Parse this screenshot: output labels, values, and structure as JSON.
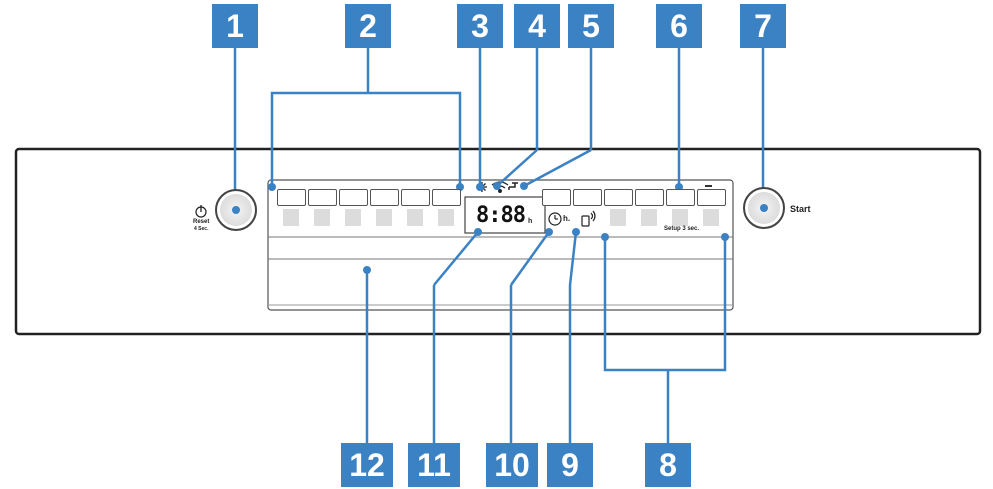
{
  "callouts": [
    "1",
    "2",
    "3",
    "4",
    "5",
    "6",
    "7",
    "8",
    "9",
    "10",
    "11",
    "12"
  ],
  "panel": {
    "reset_label": "Reset",
    "reset_sub": "4 Sec.",
    "start_label": "Start",
    "setup_label": "Setup 3 sec.",
    "display_main": "8:88",
    "display_unit": "h",
    "timer_unit": "h."
  },
  "icons": {
    "power": "power-icon",
    "sun": "sun-icon",
    "wifi": "wifi-icon",
    "faucet": "faucet-icon",
    "clock": "clock-icon",
    "remote": "remote-start-icon"
  },
  "colors": {
    "callout_bg": "#3b82c4",
    "callout_text": "#ffffff",
    "leader": "#3b82c4",
    "panel_line": "#222222"
  }
}
